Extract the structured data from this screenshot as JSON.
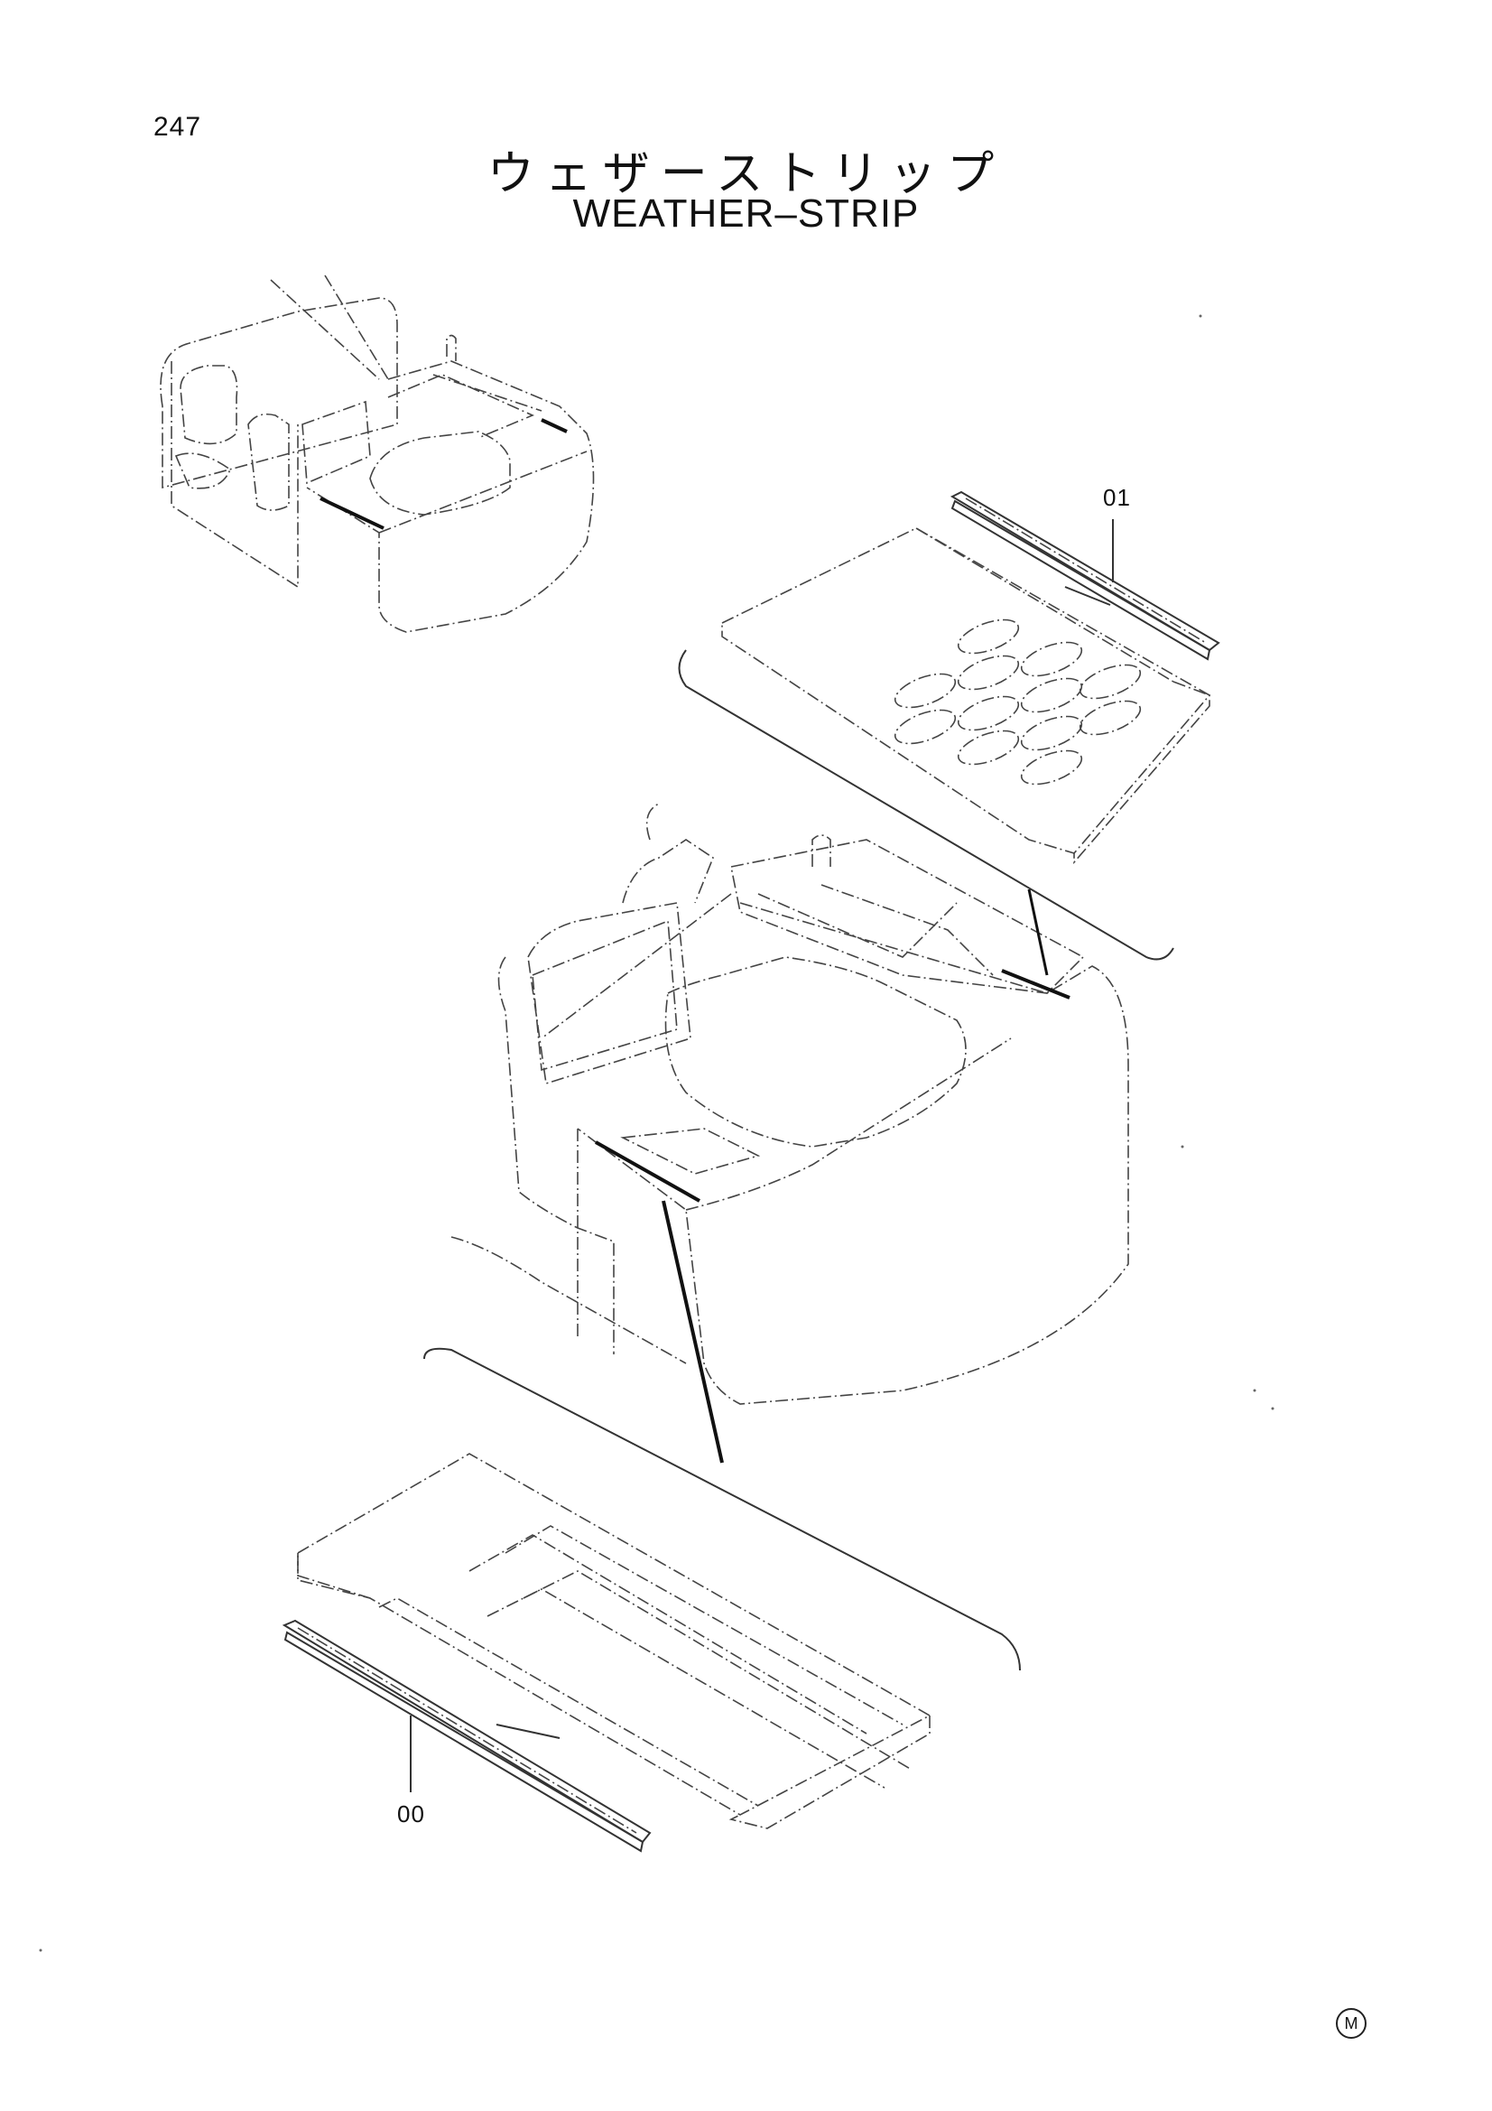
{
  "page_number": "247",
  "title_jp": "ウェザーストリップ",
  "title_en": "WEATHER–STRIP",
  "callouts": {
    "top": "01",
    "bottom": "00"
  },
  "corner_mark": "M"
}
